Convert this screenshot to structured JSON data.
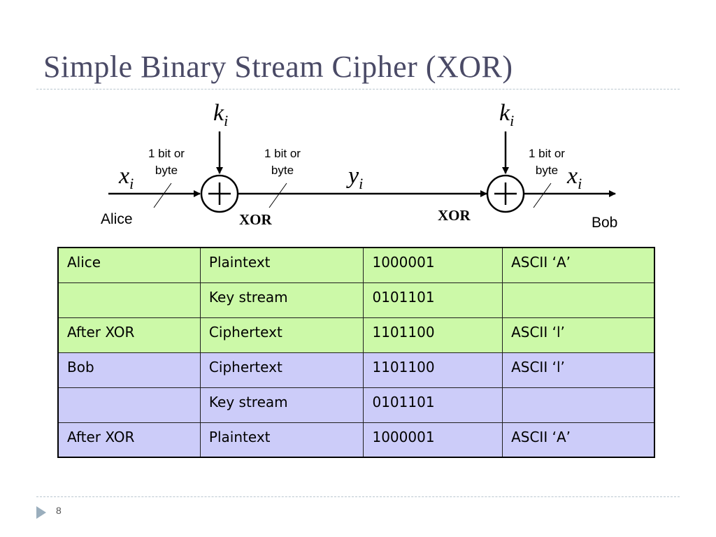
{
  "title": "Simple Binary Stream Cipher (XOR)",
  "page_number": "8",
  "diagram": {
    "input_var": "x",
    "input_sub": "i",
    "key_var": "k",
    "key_sub": "i",
    "cipher_var": "y",
    "cipher_sub": "i",
    "output_var": "x",
    "output_sub": "i",
    "unit_note_line1": "1 bit or",
    "unit_note_line2": "byte",
    "sender": "Alice",
    "receiver": "Bob",
    "xor_label": "XOR",
    "xor_symbol": "+"
  },
  "table": {
    "rows": [
      {
        "group": "alice",
        "cells": [
          "Alice",
          "Plaintext",
          "1000001",
          "ASCII ‘A’"
        ]
      },
      {
        "group": "alice",
        "cells": [
          "",
          "Key stream",
          "0101101",
          ""
        ]
      },
      {
        "group": "alice",
        "cells": [
          "After XOR",
          "Ciphertext",
          "1101100",
          "ASCII ‘l’"
        ]
      },
      {
        "group": "bob",
        "cells": [
          "Bob",
          "Ciphertext",
          "1101100",
          "ASCII ‘l’"
        ]
      },
      {
        "group": "bob",
        "cells": [
          "",
          "Key stream",
          "0101101",
          ""
        ]
      },
      {
        "group": "bob",
        "cells": [
          "After XOR",
          "Plaintext",
          "1000001",
          "ASCII ‘A’"
        ]
      }
    ]
  },
  "colors": {
    "title": "#4a4a66",
    "alice_rows": "#ccf9a8",
    "bob_rows": "#ccccf9",
    "rule": "#b9c6cf"
  }
}
